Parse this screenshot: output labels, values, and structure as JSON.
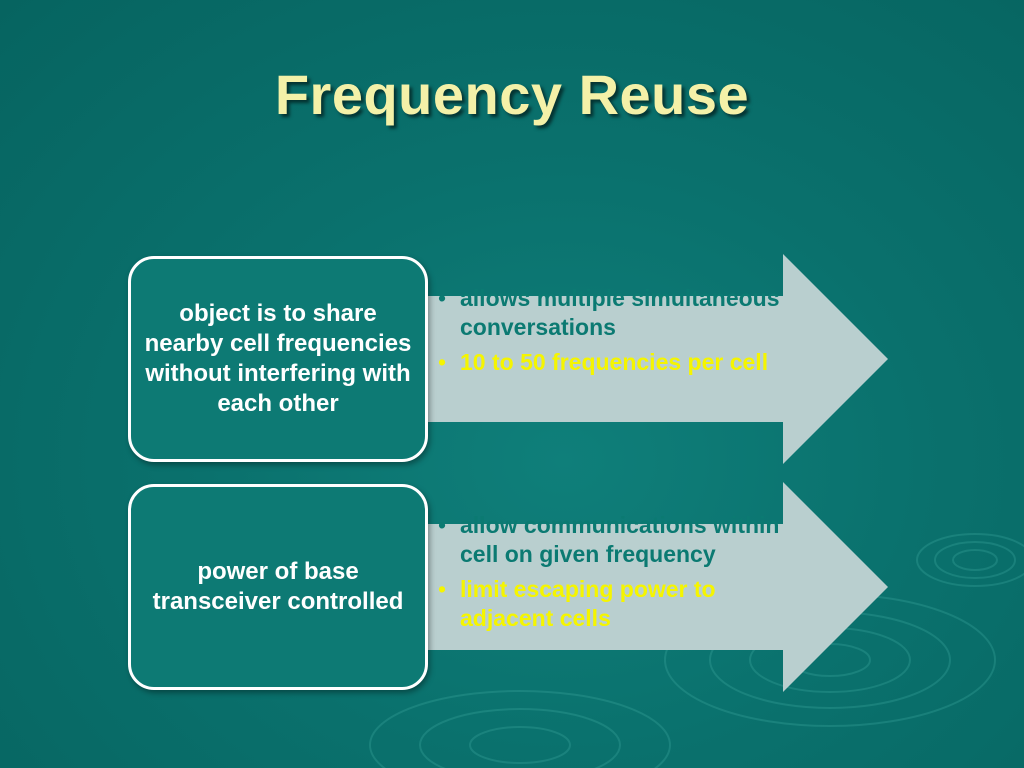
{
  "slide": {
    "title": "Frequency Reuse",
    "rows": [
      {
        "box_text": "object is to share nearby cell frequencies without interfering with each other",
        "bullets": [
          "allows multiple simultaneous conversations",
          "10 to 50 frequencies per cell"
        ]
      },
      {
        "box_text": "power of base transceiver controlled",
        "bullets": [
          "allow communications within cell on given frequency",
          "limit escaping power to adjacent cells"
        ]
      }
    ]
  },
  "colors": {
    "background": "#0a716d",
    "title": "#f4f1a8",
    "box_fill": "#0d7a74",
    "arrow_fill": "#b9cfcf",
    "bullet_primary": "#0b7a72",
    "bullet_highlight": "#f5f500"
  }
}
